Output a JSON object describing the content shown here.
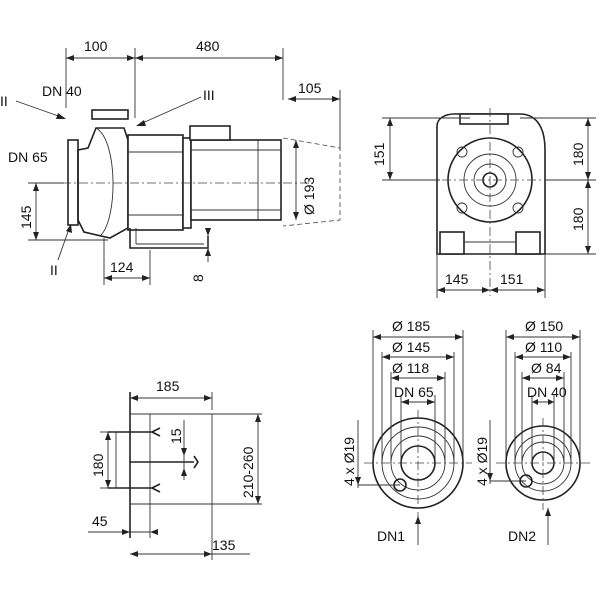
{
  "side_view": {
    "dims": {
      "d100": "100",
      "d480": "480",
      "d105": "105",
      "d193": "Ø 193",
      "d145": "145",
      "d124": "124",
      "d8": "8"
    },
    "labels": {
      "roman_ii_top": "II",
      "roman_iii": "III",
      "roman_ii_bottom": "II",
      "dn40": "DN 40",
      "dn65": "DN 65"
    }
  },
  "front_view": {
    "dims": {
      "d151_left": "151",
      "d180_top": "180",
      "d180_bottom": "180",
      "d145": "145",
      "d151_bottom": "151"
    }
  },
  "foundation": {
    "dims": {
      "d185": "185",
      "d15": "15",
      "d180": "180",
      "d210_260": "210-260",
      "d45": "45",
      "d135": "135"
    }
  },
  "flange_dn1": {
    "dims": [
      "Ø 185",
      "Ø 145",
      "Ø 118",
      "DN 65"
    ],
    "holes": "4 x Ø19",
    "label": "DN1"
  },
  "flange_dn2": {
    "dims": [
      "Ø 150",
      "Ø 110",
      "Ø 84",
      "DN 40"
    ],
    "holes": "4 x Ø19",
    "label": "DN2"
  }
}
